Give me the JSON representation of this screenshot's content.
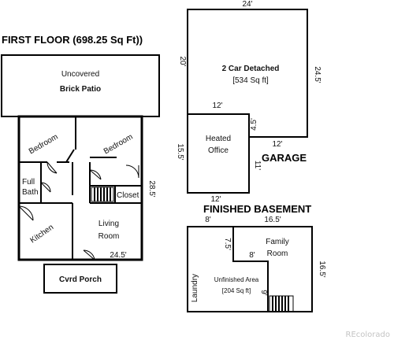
{
  "headings": {
    "first_floor": "FIRST FLOOR (698.25 Sq Ft))",
    "garage": "GARAGE",
    "basement": "FINISHED BASEMENT"
  },
  "rooms": {
    "patio_line1": "Uncovered",
    "patio_line2": "Brick Patio",
    "bedroom_left": "Bedroom",
    "bedroom_right": "Bedroom",
    "full_bath_line1": "Full",
    "full_bath_line2": "Bath",
    "closet": "Closet",
    "kitchen": "Kitchen",
    "living_line1": "Living",
    "living_line2": "Room",
    "porch": "Cvrd Porch",
    "garage_line1": "2 Car Detached",
    "garage_line2": "[534 Sq ft]",
    "office_line1": "Heated",
    "office_line2": "Office",
    "family_line1": "Family",
    "family_line2": "Room",
    "laundry": "Laundry",
    "unfinished_line1": "Unfinished Area",
    "unfinished_line2": "[204 Sq ft]"
  },
  "dimensions": {
    "first_floor_right": "28.5'",
    "first_floor_bottom": "24.5'",
    "garage_top": "24'",
    "garage_left": "20'",
    "garage_right": "24.5'",
    "office_top": "12'",
    "office_notch": "4.5'",
    "garage_bottom": "12'",
    "office_left": "15.5'",
    "office_right": "11'",
    "office_bottom": "12'",
    "basement_top_left": "8'",
    "basement_top_right": "16.5'",
    "basement_inner_vertical": "7.5'",
    "basement_inner_horizontal": "8'",
    "basement_right": "16.5'",
    "basement_stair": "9'"
  },
  "watermark": "REcolorado"
}
